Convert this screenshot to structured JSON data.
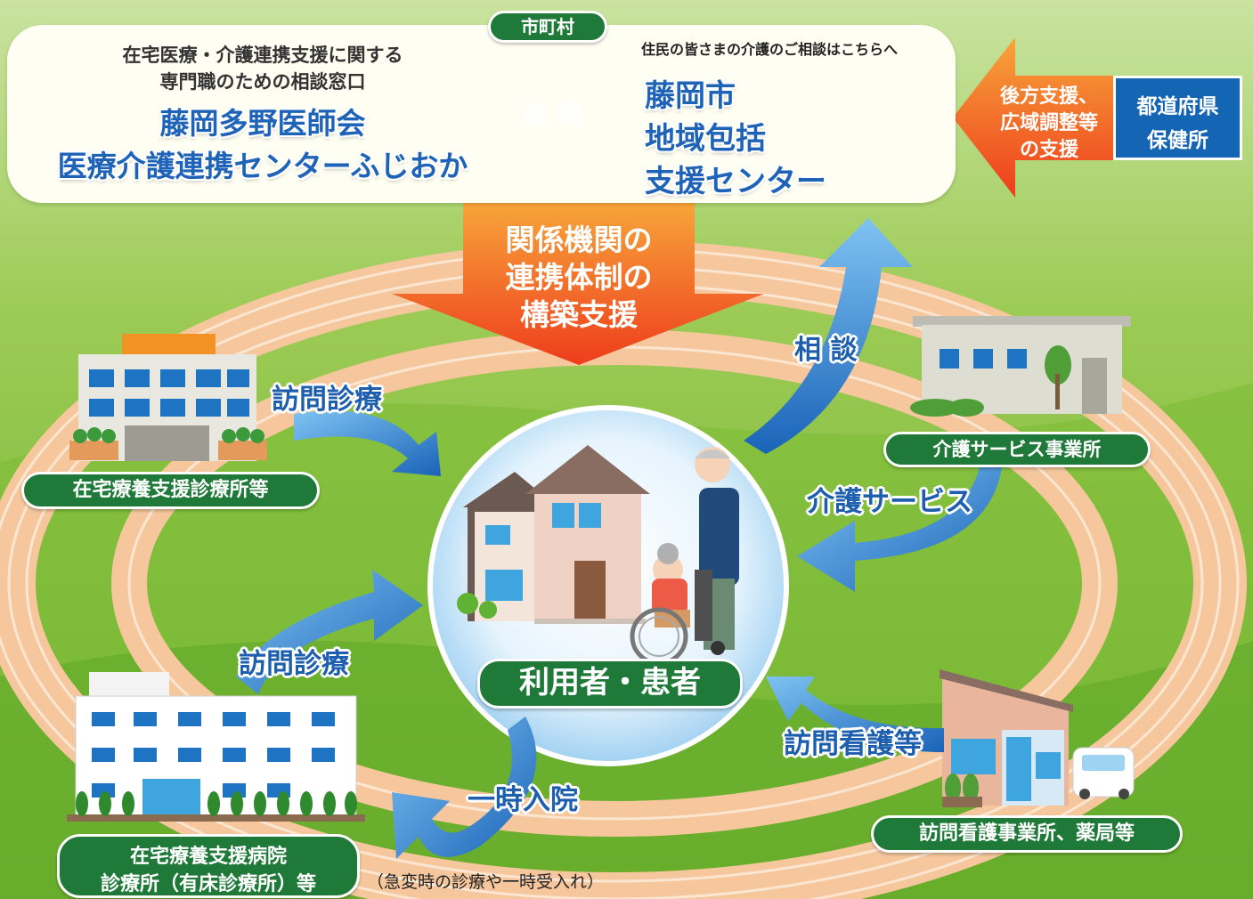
{
  "top": {
    "municipality": "市町村",
    "consult_desc_line1": "在宅医療・介護連携支援に関する",
    "consult_desc_line2": "専門職のための相談窓口",
    "center_name_line1": "藤岡多野医師会",
    "center_name_line2": "医療介護連携センターふじおか",
    "link_label": "連 携",
    "resident_note": "住民の皆さまの介護のご相談はこちらへ",
    "support_center_line1": "藤岡市",
    "support_center_line2": "地域包括",
    "support_center_line3": "支援センター",
    "backup_line1": "後方支援、",
    "backup_line2": "広域調整等",
    "backup_line3": "の支援",
    "prefecture_line1": "都道府県",
    "prefecture_line2": "保健所"
  },
  "middle": {
    "support_line1": "関係機関の",
    "support_line2": "連携体制の",
    "support_line3": "構築支援",
    "consult_label": "相 談"
  },
  "cycle": {
    "clinic_label": "在宅療養支援診療所等",
    "visit_care_top": "訪問診療",
    "care_office_label": "介護サービス事業所",
    "care_service": "介護サービス",
    "center_label": "利用者・患者",
    "visit_care_bottom": "訪問診療",
    "visit_nursing": "訪問看護等",
    "nursing_office_label": "訪問看護事業所、薬局等",
    "temp_admission": "一時入院",
    "temp_admission_note": "（急変時の診療や一時受入れ）",
    "hospital_line1": "在宅療養支援病院",
    "hospital_line2": "診療所（有床診療所）等"
  },
  "colors": {
    "green_pill": "#1f7a3a",
    "blue_text": "#1e63b8",
    "orange_arrow": "#f15a24",
    "blue_arrow": "#3d8ad8",
    "prefecture_blue": "#1565b5"
  }
}
